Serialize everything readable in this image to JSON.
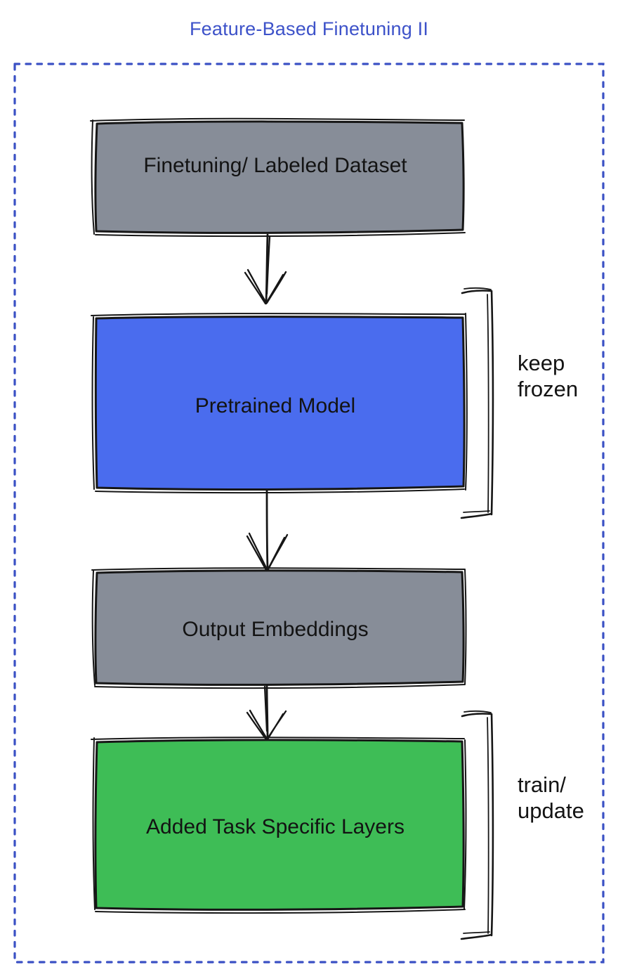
{
  "title": "Feature-Based Finetuning II",
  "colors": {
    "title_text": "#3D52C9",
    "dashed_border": "#3A50C4",
    "gray_fill": "#878D98",
    "blue_fill": "#4A6CEE",
    "green_fill": "#3EBD56",
    "ink_stroke": "#161616",
    "label_text": "#131313"
  },
  "boxes": [
    {
      "name": "finetuning-labeled-dataset",
      "label": "Finetuning/ Labeled Dataset",
      "fill_color": "#878D98"
    },
    {
      "name": "pretrained-model",
      "label": "Pretrained Model",
      "fill_color": "#4A6CEE"
    },
    {
      "name": "output-embeddings",
      "label": "Output Embeddings",
      "fill_color": "#878D98"
    },
    {
      "name": "added-task-specific-layers",
      "label": "Added Task Specific Layers",
      "fill_color": "#3EBD56"
    }
  ],
  "annotations": [
    {
      "name": "keep-frozen",
      "lines": [
        "keep",
        "frozen"
      ]
    },
    {
      "name": "train-update",
      "lines": [
        "train/",
        "update"
      ]
    }
  ],
  "icons": {
    "arrow_down": "hand-drawn downward arrow",
    "bracket_right": "hand-drawn square bracket"
  }
}
